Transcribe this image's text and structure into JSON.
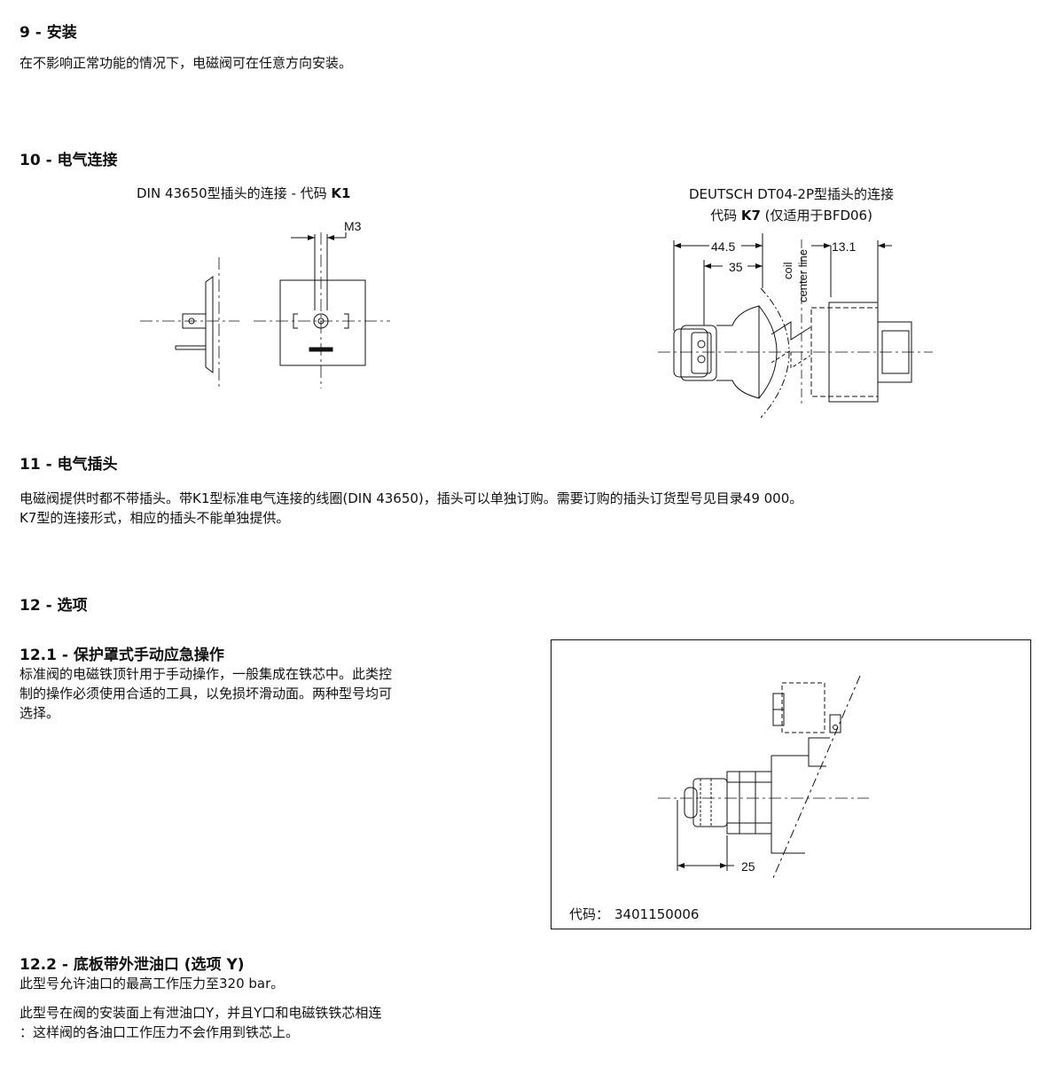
{
  "s9": {
    "heading": "9 - 安装",
    "text": "在不影响正常功能的情况下，电磁阀可在任意方向安装。"
  },
  "s10": {
    "heading": "10 - 电气连接",
    "din": {
      "caption_prefix": "DIN 43650型插头的连接 - 代码 ",
      "caption_code": "K1",
      "dim_m3": "M3"
    },
    "deutsch": {
      "caption_line1": "DEUTSCH DT04-2P型插头的连接",
      "caption_line2_prefix": "代码 ",
      "caption_line2_code": "K7",
      "caption_line2_suffix": " (仅适用于BFD06)",
      "dim_445": "44.5",
      "dim_35": "35",
      "dim_131": "13.1",
      "coil_label_1": "coil",
      "coil_label_2": "center line"
    }
  },
  "s11": {
    "heading": "11 - 电气插头",
    "line1": "电磁阀提供时都不带插头。带K1型标准电气连接的线圈(DIN 43650)，插头可以单独订购。需要订购的插头订货型号见目录49 000。",
    "line2": "K7型的连接形式，相应的插头不能单独提供。"
  },
  "s12": {
    "heading": "12 - 选项",
    "sub1": {
      "heading": "12.1 - 保护罩式手动应急操作",
      "line1": "标准阀的电磁铁顶针用于手动操作，一般集成在铁芯中。此类控",
      "line2": "制的操作必须使用合适的工具，以免损坏滑动面。两种型号均可",
      "line3": "选择。"
    },
    "box": {
      "dim_25": "25",
      "code_label": "代码：",
      "code_value": "3401150006"
    },
    "sub2": {
      "heading": "12.2 - 底板带外泄油口 (选项 Y)",
      "line1": "此型号允许油口的最高工作压力至320 bar。",
      "line2": "此型号在阀的安装面上有泄油口Y，并且Y口和电磁铁铁芯相连",
      "line3": "：这样阀的各油口工作压力不会作用到铁芯上。"
    }
  }
}
